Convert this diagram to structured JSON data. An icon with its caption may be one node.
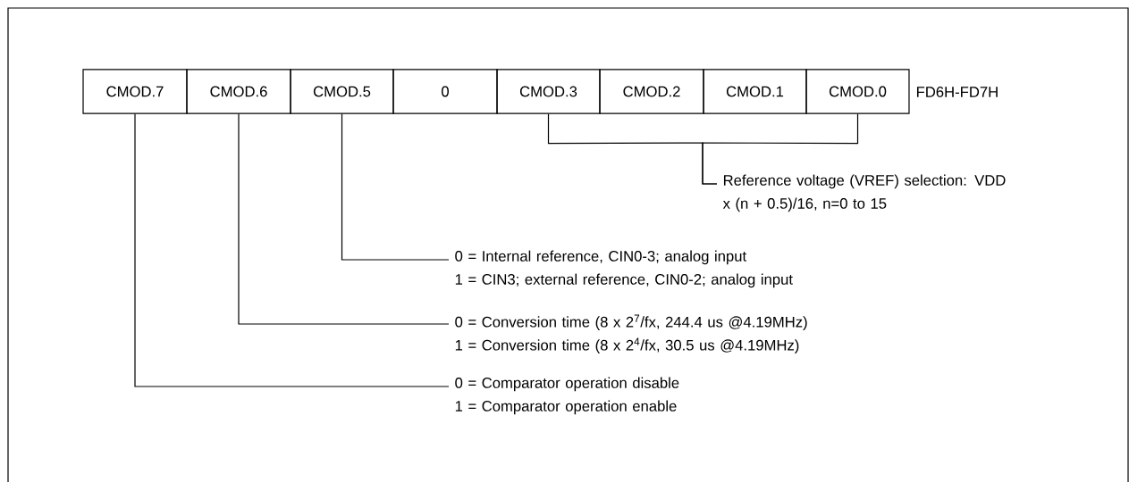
{
  "diagram": {
    "nodes": [
      {
        "text": [
          "CMOD.7"
        ]
      },
      {
        "text": [
          "CMOD.6"
        ]
      },
      {
        "text": [
          "CMOD.5"
        ]
      },
      {
        "text": [
          "0"
        ]
      },
      {
        "text": [
          "CMOD.3"
        ]
      },
      {
        "text": [
          "CMOD.2"
        ]
      },
      {
        "text": [
          "CMOD.1"
        ]
      },
      {
        "text": [
          "CMOD.0"
        ]
      },
      {
        "text": [
          "Reference voltage (VREF) selection: VDD x (n + 0.5)/16, n=0 to 15"
        ]
      },
      {
        "text": [
          "0 = Internal reference, CIN0-3; analog input",
          "1 = CIN3; external reference, CIN0-2; analog input"
        ]
      },
      {
        "text": [
          "0 = Conversion time (8 x 2$^{7}$/fx, 244.4 us @4.19MHz)",
          "1 = Conversion time (8 x 2$^{4}$/fx, 30.5 us @4.19MHz)"
        ]
      },
      {
        "text": [
          "0 = Comparator operation disable",
          "1 = Comparator operation enable"
        ]
      }
    ],
    "edges": [
      {
        "from": 4,
        "to": 8,
        "arrow": "none"
      },
      {
        "from": 7,
        "to": 8,
        "arrow": "none"
      },
      {
        "from": 2,
        "to": 9,
        "arrow": "none"
      },
      {
        "from": 1,
        "to": 10,
        "arrow": "none"
      },
      {
        "from": 0,
        "to": 11,
        "arrow": "none"
      }
    ],
    "labels": [
      "FD6H-FD7H"
    ]
  }
}
